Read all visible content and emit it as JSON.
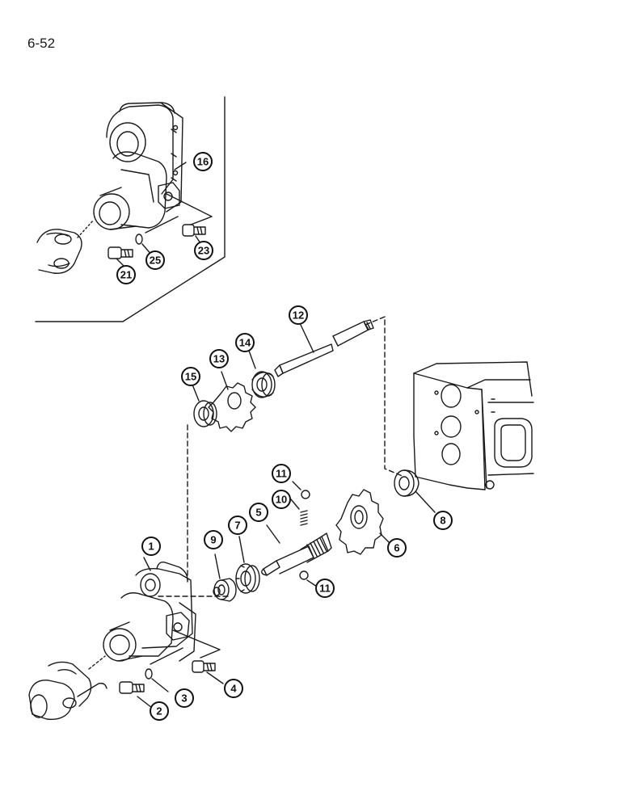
{
  "page_number": "6-52",
  "callouts": [
    {
      "id": "c1",
      "text": "1"
    },
    {
      "id": "c2",
      "text": "2"
    },
    {
      "id": "c3",
      "text": "3"
    },
    {
      "id": "c4",
      "text": "4"
    },
    {
      "id": "c5",
      "text": "5"
    },
    {
      "id": "c6",
      "text": "6"
    },
    {
      "id": "c7",
      "text": "7"
    },
    {
      "id": "c8",
      "text": "8"
    },
    {
      "id": "c9",
      "text": "9"
    },
    {
      "id": "c10",
      "text": "10"
    },
    {
      "id": "c11a",
      "text": "11"
    },
    {
      "id": "c11b",
      "text": "11"
    },
    {
      "id": "c12",
      "text": "12"
    },
    {
      "id": "c13",
      "text": "13"
    },
    {
      "id": "c14",
      "text": "14"
    },
    {
      "id": "c15",
      "text": "15"
    },
    {
      "id": "c16",
      "text": "16"
    },
    {
      "id": "c21",
      "text": "21"
    },
    {
      "id": "c23",
      "text": "23"
    },
    {
      "id": "c25",
      "text": "25"
    }
  ]
}
